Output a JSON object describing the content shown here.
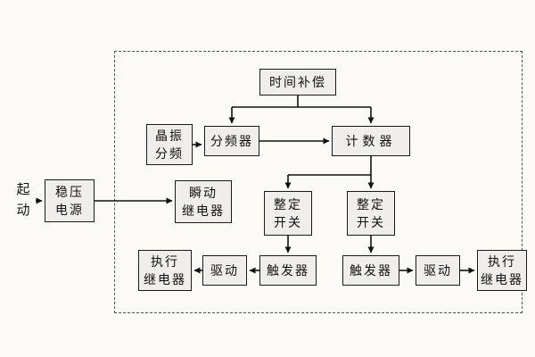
{
  "diagram": {
    "start_label": "起\n动",
    "nodes": {
      "power": "稳压\n电源",
      "time_compensation": "时间补偿",
      "crystal_osc": "晶振\n分频",
      "freq_divider": "分频器",
      "counter": "计数器",
      "instant_relay": "瞬动\n继电器",
      "setting_switch_left": "整定\n开关",
      "setting_switch_right": "整定\n开关",
      "trigger_left": "触发器",
      "trigger_right": "触发器",
      "drive_left": "驱动",
      "drive_right": "驱动",
      "exec_relay_left": "执行\n继电器",
      "exec_relay_right": "执行\n继电器"
    },
    "colors": {
      "background": "#fbfaf7",
      "box_fill": "#efeeec",
      "box_border": "#1a1a1a",
      "connector": "#111111",
      "boundary": "#555555"
    }
  }
}
